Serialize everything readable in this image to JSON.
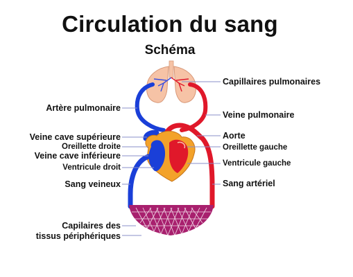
{
  "title": "Circulation du sang",
  "subtitle": "Schéma",
  "labels": {
    "capillaires_pulmonaires": "Capillaires pulmonaires",
    "artere_pulmonaire": "Artère pulmonaire",
    "veine_pulmonaire": "Veine pulmonaire",
    "veine_cave_superieure": "Veine cave supérieure",
    "aorte": "Aorte",
    "oreillette_droite": "Oreillette droite",
    "oreillette_gauche": "Oreillette gauche",
    "veine_cave_inferieure": "Veine cave inférieure",
    "ventricule_gauche": "Ventricule gauche",
    "ventricule_droit": "Ventricule droit",
    "sang_veineux": "Sang veineux",
    "sang_arteriel": "Sang artériel",
    "capilaires_tissus_1": "Capilaires des",
    "capilaires_tissus_2": "tissus périphériques"
  },
  "colors": {
    "venous_blue": "#1a3fd8",
    "arterial_red": "#e0182a",
    "lung_pink": "#f6c3a6",
    "heart_orange": "#f3a22a",
    "tissue_purple": "#a0206a",
    "leader_line": "#8a8fc8"
  }
}
